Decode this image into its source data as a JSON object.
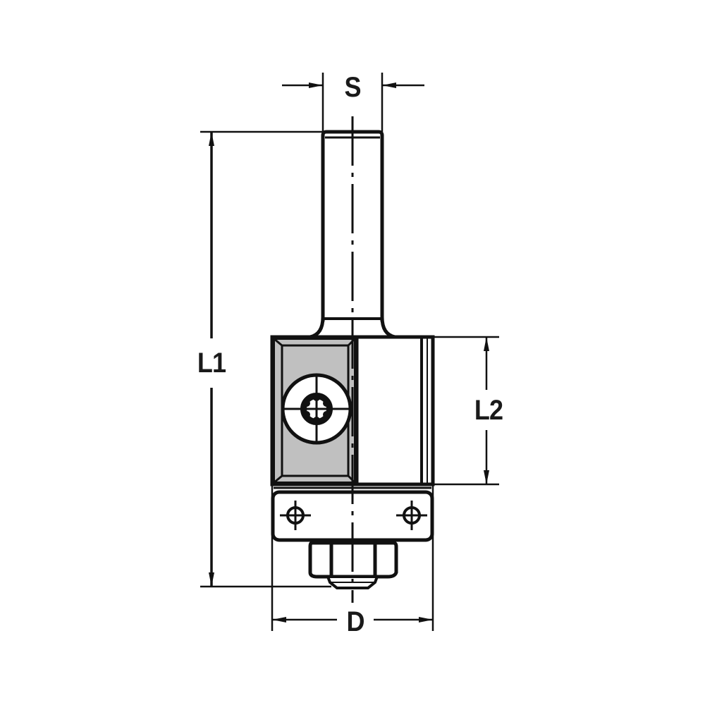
{
  "drawing": {
    "title": "Router bit with insert knife and bottom bearing guide",
    "colors": {
      "line": "#111111",
      "insert_fill": "#c0c0c0",
      "background": "#ffffff"
    }
  },
  "dimensions": {
    "shank_diameter": {
      "label": "S"
    },
    "overall_length": {
      "label": "L1"
    },
    "cutting_length": {
      "label": "L2"
    },
    "cutting_diameter": {
      "label": "D"
    }
  },
  "parts": [
    {
      "name": "shank"
    },
    {
      "name": "cutter-body"
    },
    {
      "name": "insert-knife"
    },
    {
      "name": "torx-screw"
    },
    {
      "name": "clamp-plate"
    },
    {
      "name": "nut"
    },
    {
      "name": "bearing"
    }
  ]
}
